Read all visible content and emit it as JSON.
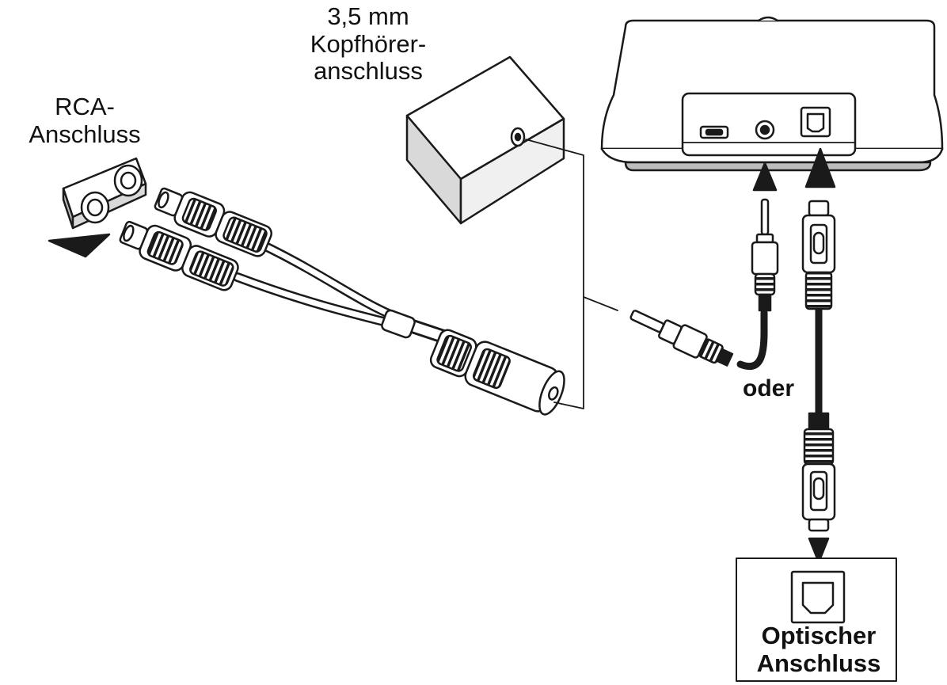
{
  "labels": {
    "rca": [
      "RCA-",
      "Anschluss"
    ],
    "headphone": [
      "3,5 mm",
      "Kopfhörer-",
      "anschluss"
    ],
    "oder": "oder",
    "optical": [
      "Optischer",
      "Anschluss"
    ]
  },
  "colors": {
    "line": "#1a1a1a",
    "fill": "#ffffff",
    "shade": "#bdbdbd",
    "dark": "#333333"
  }
}
